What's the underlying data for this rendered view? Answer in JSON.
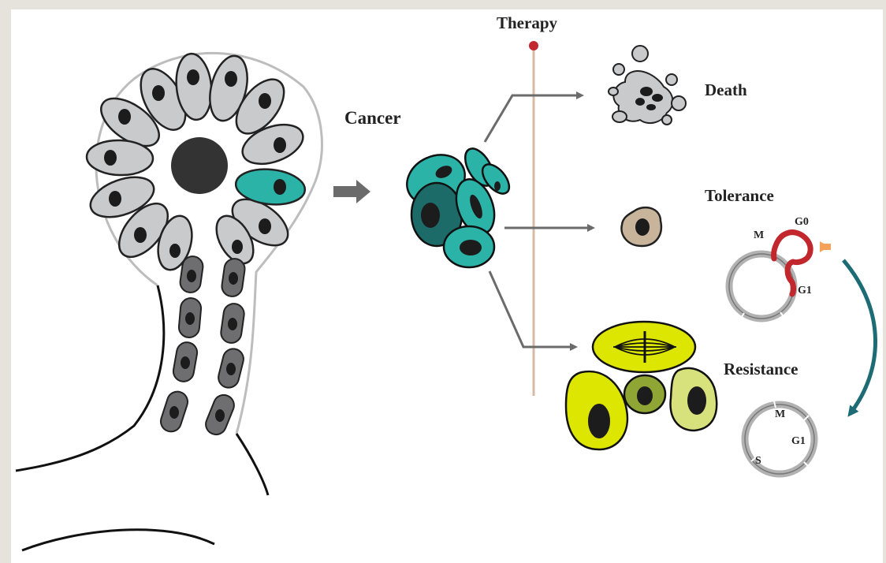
{
  "labels": {
    "therapy": "Therapy",
    "cancer": "Cancer",
    "death": "Death",
    "tolerance": "Tolerance",
    "resistance": "Resistance",
    "tolerance_cycle": {
      "m": "M",
      "g0": "G0",
      "g1": "G1"
    },
    "resistance_cycle": {
      "m": "M",
      "g1": "G1",
      "s": "S"
    }
  },
  "colors": {
    "teal": "#2bb3a8",
    "dark_teal": "#1d6b68",
    "cell_gray": "#c9cacc",
    "duct_gray": "#6e6e70",
    "nucleus": "#1c1c1c",
    "arrow_gray": "#6b6b6b",
    "therapy_line": "#d9b9a3",
    "therapy_dot": "#c1272d",
    "g0_red": "#c1272d",
    "orange_arrow": "#f4a259",
    "tolerant_cell": "#c8b49a",
    "resistant_yellow": "#dde600",
    "resistant_olive": "#8fa634",
    "curved_arrow": "#1d6b74"
  }
}
